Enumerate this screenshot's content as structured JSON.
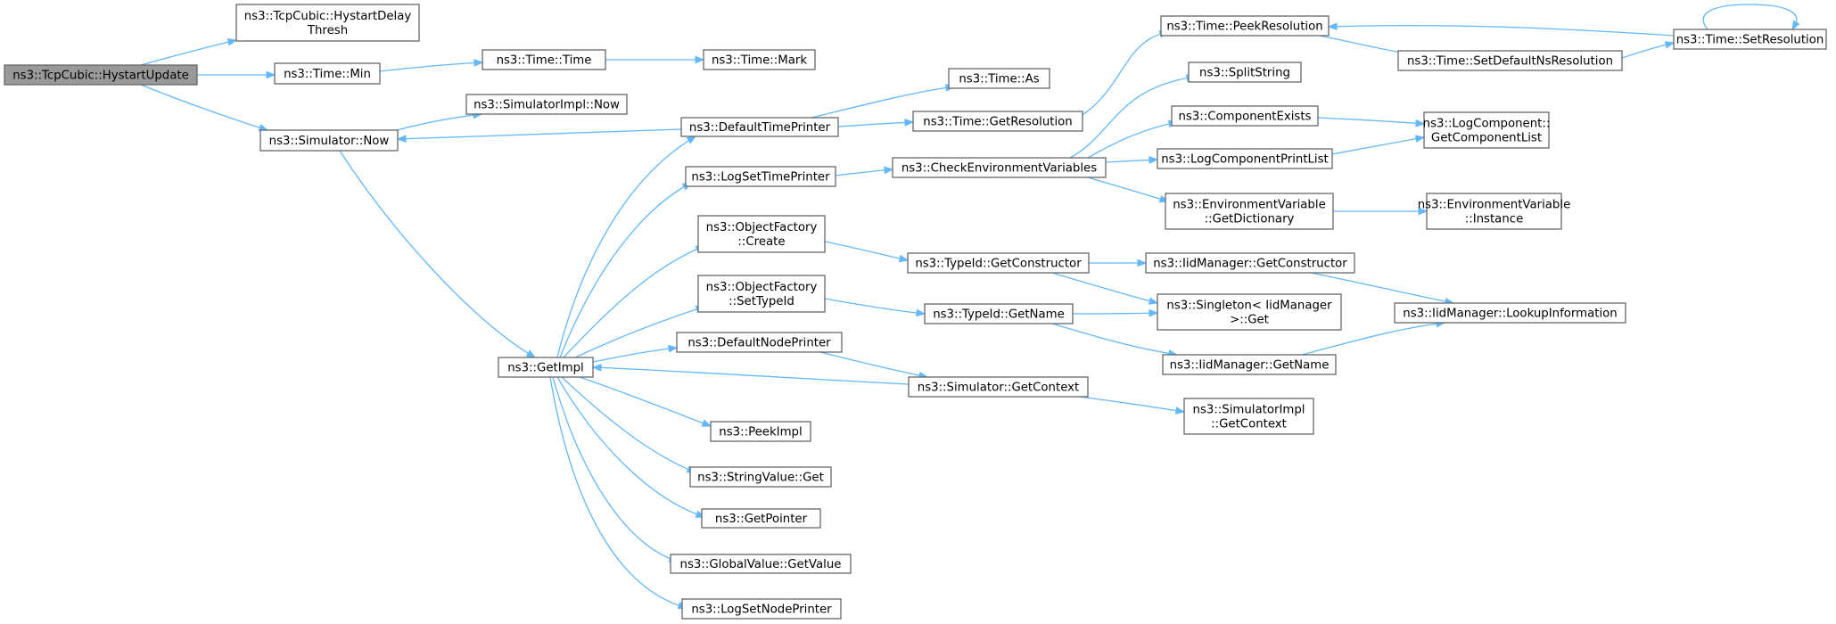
{
  "graph": {
    "root": "ns3::TcpCubic::HystartUpdate",
    "colors": {
      "edge": "#63b8ff",
      "node_border": "#666666",
      "root_fill": "#999999",
      "node_fill": "#ffffff"
    },
    "nodes": [
      {
        "id": "n_root",
        "lines": [
          "ns3::TcpCubic::HystartUpdate"
        ],
        "root": true
      },
      {
        "id": "n_hystart_delay",
        "lines": [
          "ns3::TcpCubic::HystartDelay",
          "Thresh"
        ]
      },
      {
        "id": "n_time_min",
        "lines": [
          "ns3::Time::Min"
        ]
      },
      {
        "id": "n_sim_now",
        "lines": [
          "ns3::Simulator::Now"
        ]
      },
      {
        "id": "n_time_time",
        "lines": [
          "ns3::Time::Time"
        ]
      },
      {
        "id": "n_time_mark",
        "lines": [
          "ns3::Time::Mark"
        ]
      },
      {
        "id": "n_simimpl_now",
        "lines": [
          "ns3::SimulatorImpl::Now"
        ]
      },
      {
        "id": "n_getimpl",
        "lines": [
          "ns3::GetImpl"
        ]
      },
      {
        "id": "n_default_time_printer",
        "lines": [
          "ns3::DefaultTimePrinter"
        ]
      },
      {
        "id": "n_log_set_time_printer",
        "lines": [
          "ns3::LogSetTimePrinter"
        ]
      },
      {
        "id": "n_objfactory_create",
        "lines": [
          "ns3::ObjectFactory",
          "::Create"
        ]
      },
      {
        "id": "n_objfactory_settypeid",
        "lines": [
          "ns3::ObjectFactory",
          "::SetTypeId"
        ]
      },
      {
        "id": "n_default_node_printer",
        "lines": [
          "ns3::DefaultNodePrinter"
        ]
      },
      {
        "id": "n_peekimpl",
        "lines": [
          "ns3::PeekImpl"
        ]
      },
      {
        "id": "n_stringvalue_get",
        "lines": [
          "ns3::StringValue::Get"
        ]
      },
      {
        "id": "n_getpointer",
        "lines": [
          "ns3::GetPointer"
        ]
      },
      {
        "id": "n_globalvalue_getvalue",
        "lines": [
          "ns3::GlobalValue::GetValue"
        ]
      },
      {
        "id": "n_log_set_node_printer",
        "lines": [
          "ns3::LogSetNodePrinter"
        ]
      },
      {
        "id": "n_time_as",
        "lines": [
          "ns3::Time::As"
        ]
      },
      {
        "id": "n_time_getresolution",
        "lines": [
          "ns3::Time::GetResolution"
        ]
      },
      {
        "id": "n_check_env_vars",
        "lines": [
          "ns3::CheckEnvironmentVariables"
        ]
      },
      {
        "id": "n_typeid_getconstructor",
        "lines": [
          "ns3::TypeId::GetConstructor"
        ]
      },
      {
        "id": "n_typeid_getname",
        "lines": [
          "ns3::TypeId::GetName"
        ]
      },
      {
        "id": "n_sim_getcontext",
        "lines": [
          "ns3::Simulator::GetContext"
        ]
      },
      {
        "id": "n_time_peekresolution",
        "lines": [
          "ns3::Time::PeekResolution"
        ]
      },
      {
        "id": "n_splitstring",
        "lines": [
          "ns3::SplitString"
        ]
      },
      {
        "id": "n_componentexists",
        "lines": [
          "ns3::ComponentExists"
        ]
      },
      {
        "id": "n_logcomponentprintlist",
        "lines": [
          "ns3::LogComponentPrintList"
        ]
      },
      {
        "id": "n_envvar_getdictionary",
        "lines": [
          "ns3::EnvironmentVariable",
          "::GetDictionary"
        ]
      },
      {
        "id": "n_iidmanager_getconstructor",
        "lines": [
          "ns3::IidManager::GetConstructor"
        ]
      },
      {
        "id": "n_singleton_get",
        "lines": [
          "ns3::Singleton< IidManager",
          ">::Get"
        ]
      },
      {
        "id": "n_iidmanager_getname",
        "lines": [
          "ns3::IidManager::GetName"
        ]
      },
      {
        "id": "n_simimpl_getcontext",
        "lines": [
          "ns3::SimulatorImpl",
          "::GetContext"
        ]
      },
      {
        "id": "n_time_setdefaultns",
        "lines": [
          "ns3::Time::SetDefaultNsResolution"
        ]
      },
      {
        "id": "n_logcomponent_getcomponentlist",
        "lines": [
          "ns3::LogComponent::",
          "GetComponentList"
        ]
      },
      {
        "id": "n_envvar_instance",
        "lines": [
          "ns3::EnvironmentVariable",
          "::Instance"
        ]
      },
      {
        "id": "n_iidmanager_lookupinfo",
        "lines": [
          "ns3::IidManager::LookupInformation"
        ]
      },
      {
        "id": "n_time_setresolution",
        "lines": [
          "ns3::Time::SetResolution"
        ]
      }
    ],
    "edges": [
      {
        "from": "n_root",
        "to": "n_hystart_delay"
      },
      {
        "from": "n_root",
        "to": "n_time_min"
      },
      {
        "from": "n_root",
        "to": "n_sim_now"
      },
      {
        "from": "n_time_min",
        "to": "n_time_time"
      },
      {
        "from": "n_time_time",
        "to": "n_time_mark"
      },
      {
        "from": "n_sim_now",
        "to": "n_simimpl_now"
      },
      {
        "from": "n_sim_now",
        "to": "n_getimpl"
      },
      {
        "from": "n_default_time_printer",
        "to": "n_sim_now"
      },
      {
        "from": "n_default_time_printer",
        "to": "n_time_as"
      },
      {
        "from": "n_default_time_printer",
        "to": "n_time_getresolution"
      },
      {
        "from": "n_getimpl",
        "to": "n_default_time_printer"
      },
      {
        "from": "n_getimpl",
        "to": "n_log_set_time_printer"
      },
      {
        "from": "n_getimpl",
        "to": "n_objfactory_create"
      },
      {
        "from": "n_getimpl",
        "to": "n_objfactory_settypeid"
      },
      {
        "from": "n_getimpl",
        "to": "n_default_node_printer"
      },
      {
        "from": "n_getimpl",
        "to": "n_peekimpl"
      },
      {
        "from": "n_getimpl",
        "to": "n_stringvalue_get"
      },
      {
        "from": "n_getimpl",
        "to": "n_getpointer"
      },
      {
        "from": "n_getimpl",
        "to": "n_globalvalue_getvalue"
      },
      {
        "from": "n_getimpl",
        "to": "n_log_set_node_printer"
      },
      {
        "from": "n_sim_getcontext",
        "to": "n_getimpl"
      },
      {
        "from": "n_time_getresolution",
        "to": "n_time_peekresolution"
      },
      {
        "from": "n_log_set_time_printer",
        "to": "n_check_env_vars"
      },
      {
        "from": "n_objfactory_create",
        "to": "n_typeid_getconstructor"
      },
      {
        "from": "n_objfactory_settypeid",
        "to": "n_typeid_getname"
      },
      {
        "from": "n_default_node_printer",
        "to": "n_sim_getcontext"
      },
      {
        "from": "n_sim_getcontext",
        "to": "n_simimpl_getcontext"
      },
      {
        "from": "n_check_env_vars",
        "to": "n_splitstring"
      },
      {
        "from": "n_check_env_vars",
        "to": "n_componentexists"
      },
      {
        "from": "n_check_env_vars",
        "to": "n_logcomponentprintlist"
      },
      {
        "from": "n_check_env_vars",
        "to": "n_envvar_getdictionary"
      },
      {
        "from": "n_typeid_getconstructor",
        "to": "n_iidmanager_getconstructor"
      },
      {
        "from": "n_typeid_getconstructor",
        "to": "n_singleton_get"
      },
      {
        "from": "n_typeid_getname",
        "to": "n_singleton_get"
      },
      {
        "from": "n_typeid_getname",
        "to": "n_iidmanager_getname"
      },
      {
        "from": "n_time_peekresolution",
        "to": "n_time_setdefaultns"
      },
      {
        "from": "n_time_setdefaultns",
        "to": "n_time_setresolution"
      },
      {
        "from": "n_time_setresolution",
        "to": "n_time_peekresolution"
      },
      {
        "from": "n_time_setresolution",
        "to": "n_time_setresolution"
      },
      {
        "from": "n_componentexists",
        "to": "n_logcomponent_getcomponentlist"
      },
      {
        "from": "n_logcomponentprintlist",
        "to": "n_logcomponent_getcomponentlist"
      },
      {
        "from": "n_envvar_getdictionary",
        "to": "n_envvar_instance"
      },
      {
        "from": "n_iidmanager_getconstructor",
        "to": "n_iidmanager_lookupinfo"
      },
      {
        "from": "n_iidmanager_getname",
        "to": "n_iidmanager_lookupinfo"
      }
    ]
  }
}
